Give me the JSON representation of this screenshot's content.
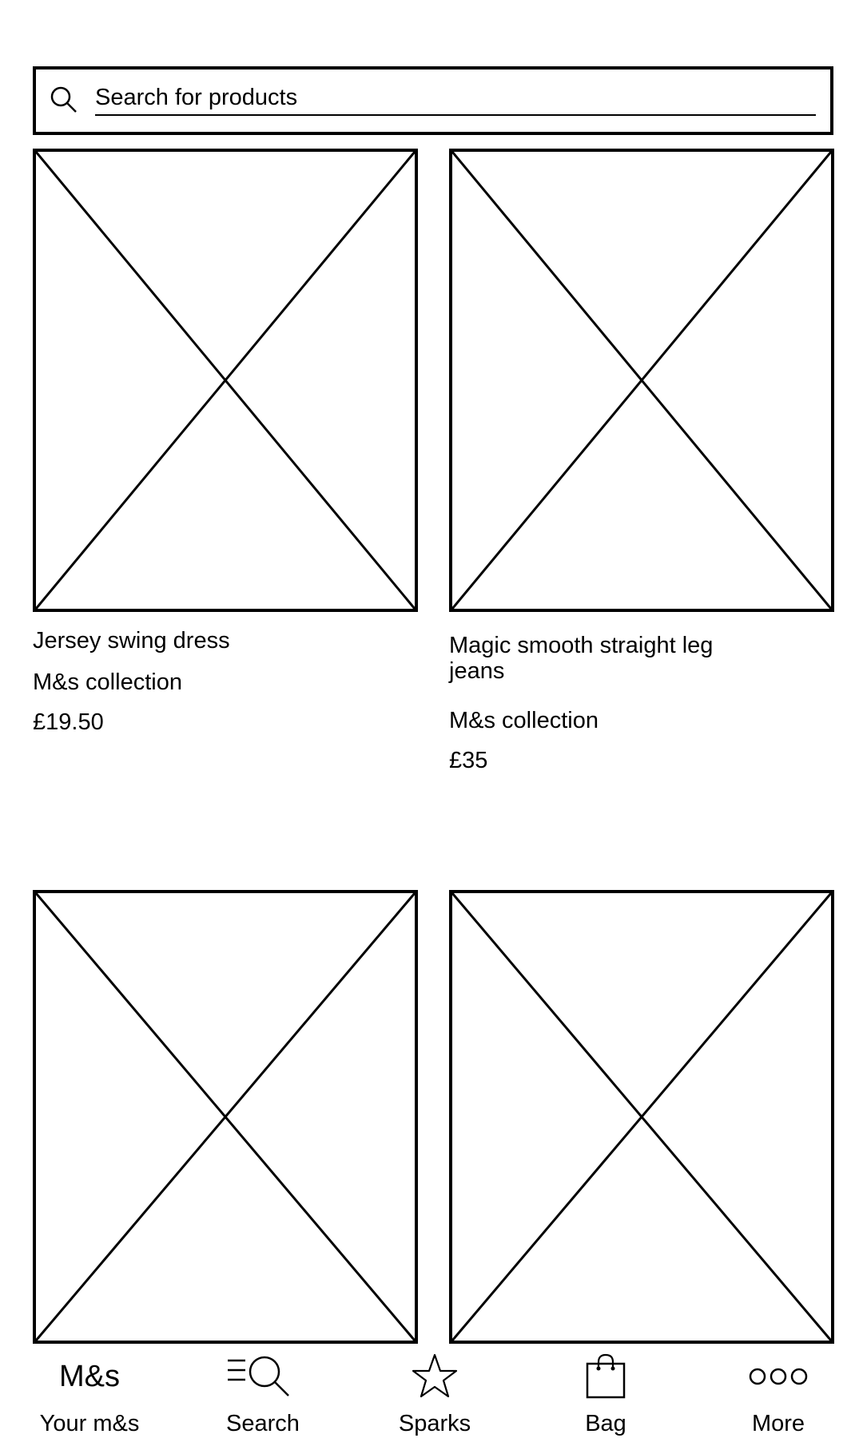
{
  "search": {
    "placeholder": "Search for products"
  },
  "products": [
    {
      "name": "Jersey swing dress",
      "brand": "M&s collection",
      "price": "£19.50"
    },
    {
      "name": "Magic smooth straight leg jeans",
      "brand": "M&s collection",
      "price": "£35"
    },
    {
      "name": "",
      "brand": "",
      "price": ""
    },
    {
      "name": "",
      "brand": "",
      "price": ""
    }
  ],
  "nav": {
    "items": [
      {
        "icon_text": "M&s",
        "label": "Your m&s",
        "icon": "brand-logo"
      },
      {
        "label": "Search",
        "icon": "menu-search-icon"
      },
      {
        "label": "Sparks",
        "icon": "star-icon"
      },
      {
        "label": "Bag",
        "icon": "shopping-bag-icon"
      },
      {
        "label": "More",
        "icon": "more-dots-icon"
      }
    ]
  }
}
